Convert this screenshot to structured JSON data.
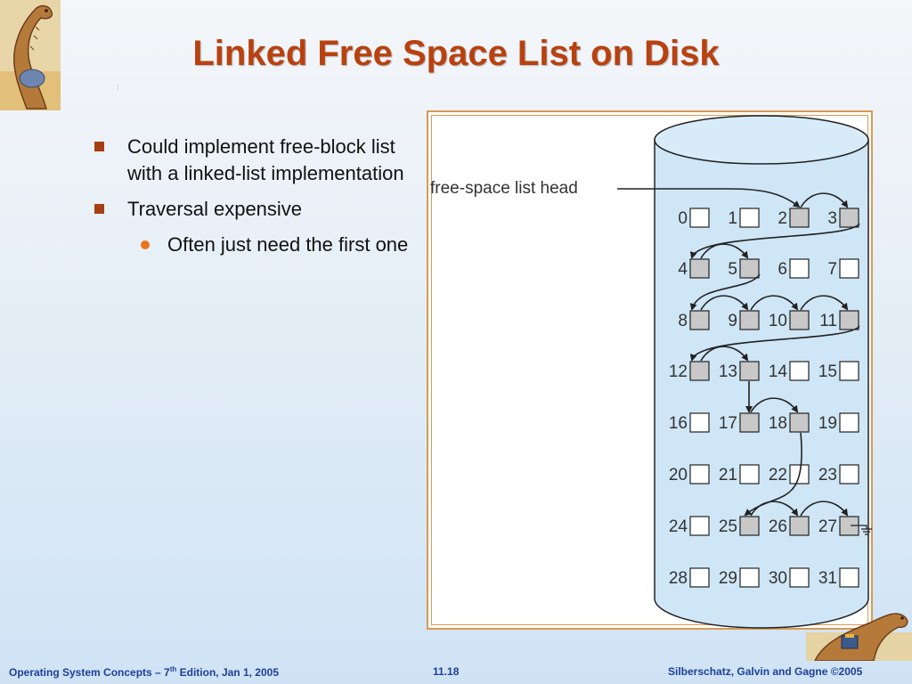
{
  "slide": {
    "title": "Linked Free Space List on Disk",
    "bullets": [
      {
        "text": "Could implement free-block list with a  linked-list implementation"
      },
      {
        "text": "Traversal expensive"
      }
    ],
    "sub_bullets": [
      {
        "text": "Often just need the first one"
      }
    ]
  },
  "figure": {
    "head_label": "free-space list head",
    "blocks": [
      {
        "label": "0",
        "free": false
      },
      {
        "label": "1",
        "free": false
      },
      {
        "label": "2",
        "free": true
      },
      {
        "label": "3",
        "free": true
      },
      {
        "label": "4",
        "free": true
      },
      {
        "label": "5",
        "free": true
      },
      {
        "label": "6",
        "free": false
      },
      {
        "label": "7",
        "free": false
      },
      {
        "label": "8",
        "free": true
      },
      {
        "label": "9",
        "free": true
      },
      {
        "label": "10",
        "free": true
      },
      {
        "label": "11",
        "free": true
      },
      {
        "label": "12",
        "free": true
      },
      {
        "label": "13",
        "free": true
      },
      {
        "label": "14",
        "free": false
      },
      {
        "label": "15",
        "free": false
      },
      {
        "label": "16",
        "free": false
      },
      {
        "label": "17",
        "free": true
      },
      {
        "label": "18",
        "free": true
      },
      {
        "label": "19",
        "free": false
      },
      {
        "label": "20",
        "free": false
      },
      {
        "label": "21",
        "free": false
      },
      {
        "label": "22",
        "free": false
      },
      {
        "label": "23",
        "free": false
      },
      {
        "label": "24",
        "free": false
      },
      {
        "label": "25",
        "free": true
      },
      {
        "label": "26",
        "free": true
      },
      {
        "label": "27",
        "free": true
      },
      {
        "label": "28",
        "free": false
      },
      {
        "label": "29",
        "free": false
      },
      {
        "label": "30",
        "free": false
      },
      {
        "label": "31",
        "free": false
      }
    ],
    "chain": [
      2,
      3,
      4,
      5,
      8,
      9,
      10,
      11,
      12,
      13,
      17,
      18,
      25,
      26,
      27
    ],
    "colors": {
      "free_block": "#c8c8c8",
      "used_block": "#ffffff",
      "disk_fill": "#cfe6f6"
    }
  },
  "footer": {
    "left_main": "Operating System Concepts – 7",
    "left_sup": "th",
    "left_rest": " Edition, Jan 1, 2005",
    "center": "11.18",
    "right": "Silberschatz, Galvin and Gagne ©2005"
  }
}
